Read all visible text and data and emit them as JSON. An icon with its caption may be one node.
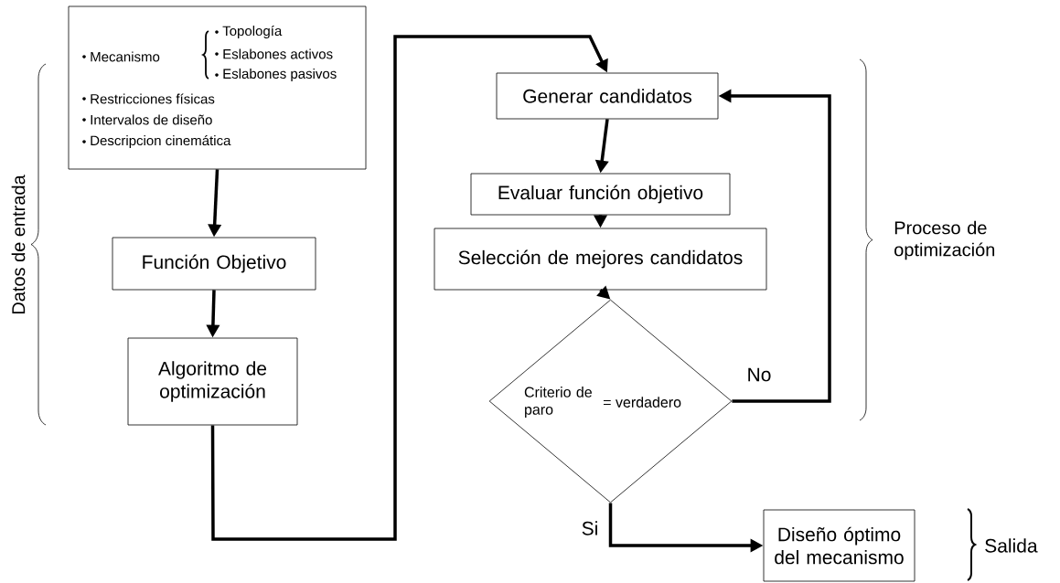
{
  "diagram": {
    "nodes": [
      {
        "text": [
          "Mecanismo",
          "Topología",
          "Eslabones activos",
          "Eslabones pasivos",
          "Restricciones físicas",
          "Intervalos de diseño",
          "Descripcion cinemática"
        ]
      },
      {
        "text": [
          "Función Objetivo"
        ]
      },
      {
        "text": [
          "Algoritmo de optimización"
        ]
      },
      {
        "text": [
          "Generar candidatos"
        ]
      },
      {
        "text": [
          "Evaluar función objetivo"
        ]
      },
      {
        "text": [
          "Selección de mejores candidatos"
        ]
      },
      {
        "text": [
          "Criterio de paro",
          "= verdadero"
        ]
      },
      {
        "text": [
          "Diseño óptimo del mecanismo"
        ]
      }
    ],
    "edges": [
      {
        "from": 0,
        "to": 1,
        "arrow": "to"
      },
      {
        "from": 1,
        "to": 2,
        "arrow": "to"
      },
      {
        "from": 2,
        "to": 3,
        "arrow": "to"
      },
      {
        "from": 3,
        "to": 4,
        "arrow": "to"
      },
      {
        "from": 4,
        "to": 5,
        "arrow": "to"
      },
      {
        "from": 5,
        "to": 6,
        "arrow": "to"
      },
      {
        "from": 6,
        "to": 3,
        "arrow": "to",
        "label": "No"
      },
      {
        "from": 6,
        "to": 7,
        "arrow": "to",
        "label": "Si"
      }
    ],
    "labels": [
      "Datos de entrada",
      "Proceso de optimización",
      "Salida"
    ]
  }
}
